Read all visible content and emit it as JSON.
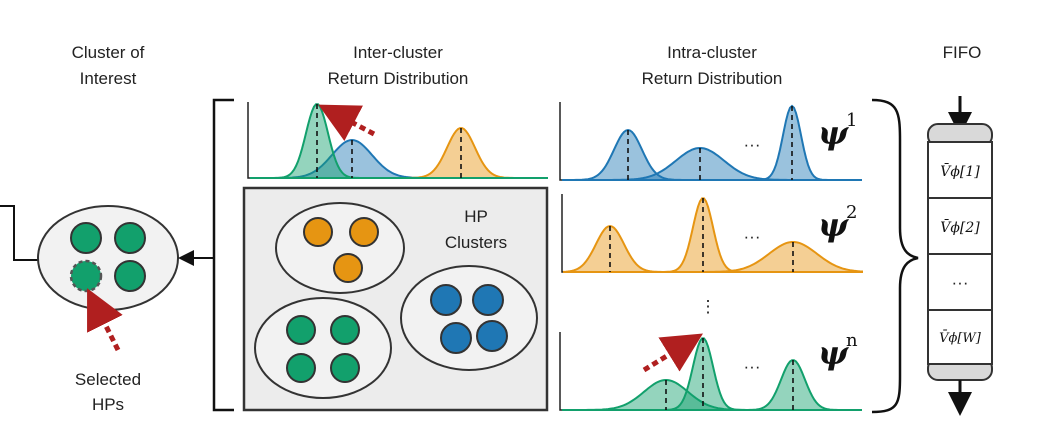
{
  "headers": {
    "cluster_of_interest": [
      "Cluster of",
      "Interest"
    ],
    "inter_cluster": [
      "Inter-cluster",
      "Return Distribution"
    ],
    "intra_cluster": [
      "Intra-cluster",
      "Return Distribution"
    ],
    "fifo": "FIFO"
  },
  "labels": {
    "hp_clusters": [
      "HP",
      "Clusters"
    ],
    "selected_hps": [
      "Selected",
      "HPs"
    ],
    "ellipsis": "···",
    "vertical_ellipsis": "⋮"
  },
  "psi": {
    "symbol": "ψ",
    "superscripts": [
      "1",
      "2",
      "n"
    ]
  },
  "fifo": {
    "cells": [
      "V̄ϕ[1]",
      "V̄ϕ[2]",
      "···",
      "V̄ϕ[W]"
    ]
  },
  "colors": {
    "blue": "#1f77b4",
    "orange": "#e69512",
    "green": "#12a06c",
    "arrow_red": "#b01f1f",
    "panel_gray": "#ececec",
    "ellipse_fill": "#f2f2f2"
  },
  "icons": [
    "arrow-down-icon",
    "dashed-arrow-icon",
    "left-arrow-icon",
    "curly-brace-icon"
  ]
}
